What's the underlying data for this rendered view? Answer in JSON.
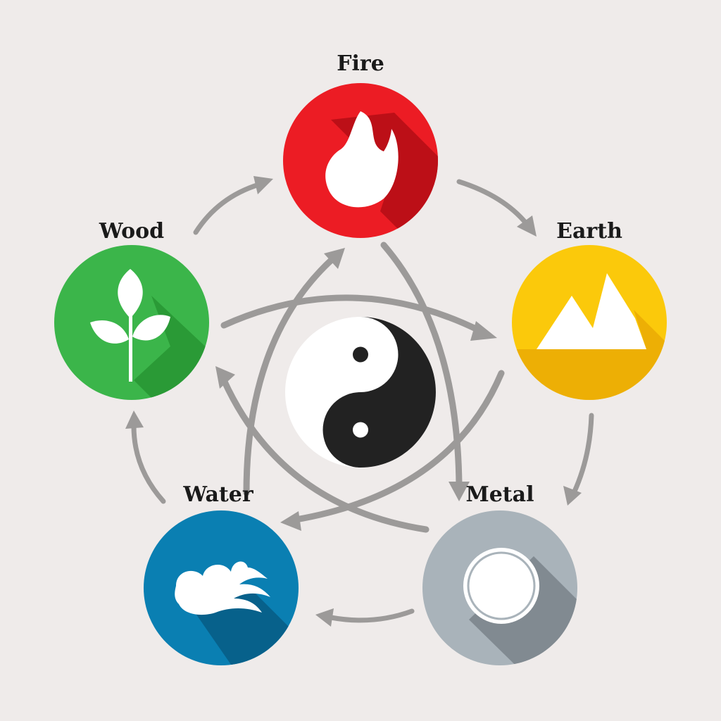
{
  "colors": {
    "background": "#efebea",
    "arrow": "#9c9a99",
    "fire": "#ec1c24",
    "earth": "#fbc90b",
    "metal": "#a9b3ba",
    "water": "#0a7fb2",
    "wood": "#3bb54a",
    "yin": "#222222",
    "yang": "#ffffff"
  },
  "elements": [
    {
      "key": "fire",
      "label": "Fire",
      "icon": "flame-icon"
    },
    {
      "key": "earth",
      "label": "Earth",
      "icon": "mountain-icon"
    },
    {
      "key": "metal",
      "label": "Metal",
      "icon": "ring-icon"
    },
    {
      "key": "water",
      "label": "Water",
      "icon": "wave-icon"
    },
    {
      "key": "wood",
      "label": "Wood",
      "icon": "leaf-icon"
    }
  ],
  "center_icon": "yin-yang-icon",
  "generating_cycle": [
    [
      "wood",
      "fire"
    ],
    [
      "fire",
      "earth"
    ],
    [
      "earth",
      "metal"
    ],
    [
      "metal",
      "water"
    ],
    [
      "water",
      "wood"
    ]
  ],
  "overcoming_cycle": [
    [
      "fire",
      "metal"
    ],
    [
      "metal",
      "wood"
    ],
    [
      "wood",
      "earth"
    ],
    [
      "earth",
      "water"
    ],
    [
      "water",
      "fire"
    ]
  ]
}
